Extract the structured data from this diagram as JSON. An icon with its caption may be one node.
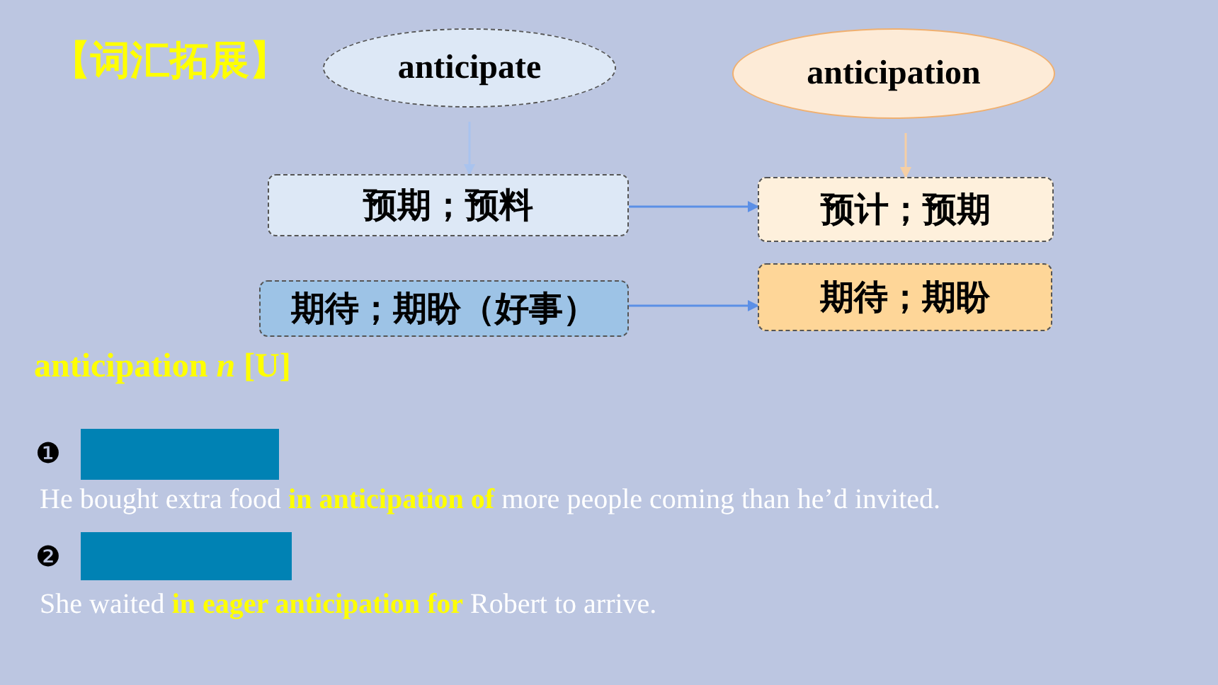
{
  "diagram": {
    "title": "【词汇拓展】",
    "nodes": [
      {
        "text": [
          "anticipate"
        ]
      },
      {
        "text": [
          "anticipation"
        ]
      },
      {
        "text": [
          "预期；预料"
        ]
      },
      {
        "text": [
          "预计；预期"
        ]
      },
      {
        "text": [
          "期待；期盼（好事）"
        ]
      },
      {
        "text": [
          "期待；期盼"
        ]
      }
    ],
    "edges": [
      {
        "from": 0,
        "to": 2,
        "arrow": "to",
        "color": "#a9c3ee"
      },
      {
        "from": 1,
        "to": 3,
        "arrow": "to",
        "color": "#f5cfa5"
      },
      {
        "from": 2,
        "to": 3,
        "arrow": "to"
      },
      {
        "from": 4,
        "to": 5,
        "arrow": "to"
      }
    ],
    "labels": [
      "anticipation *n* [U]",
      "❶",
      "He bought extra food **in anticipation of** more people coming than he’d invited.",
      "❷",
      "She waited **in eager anticipation for** Robert to arrive."
    ]
  }
}
